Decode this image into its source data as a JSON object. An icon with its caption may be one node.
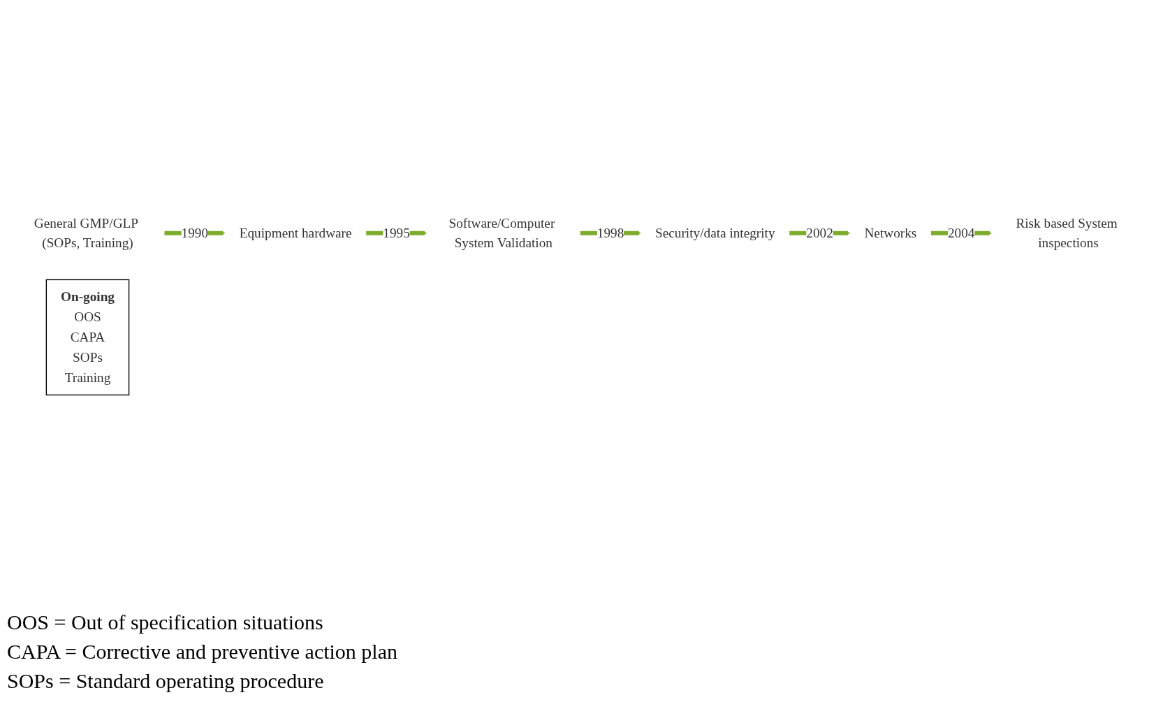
{
  "diagram": {
    "nodes": [
      {
        "text": [
          "General GMP/GLP (SOPs, Training)"
        ]
      },
      {
        "text": [
          "Equipment hardware"
        ]
      },
      {
        "text": [
          "Software/Computer System Validation"
        ]
      },
      {
        "text": [
          "Security/data integrity"
        ]
      },
      {
        "text": [
          "Networks"
        ]
      },
      {
        "text": [
          "Risk based System inspections"
        ]
      },
      {
        "text": [
          "On-going",
          "OOS",
          "CAPA",
          "SOPs",
          "Training"
        ]
      }
    ],
    "edges": [
      {
        "from": 0,
        "to": 1,
        "arrow": "to",
        "label": "1990"
      },
      {
        "from": 1,
        "to": 2,
        "arrow": "to",
        "label": "1995"
      },
      {
        "from": 2,
        "to": 3,
        "arrow": "to",
        "label": "1998"
      },
      {
        "from": 3,
        "to": 4,
        "arrow": "to",
        "label": "2002"
      },
      {
        "from": 4,
        "to": 5,
        "arrow": "to",
        "label": "2004"
      }
    ],
    "labels": [
      "OOS = Out of specification situations",
      "CAPA = Corrective and preventive action plan",
      "SOPs = Standard operating procedure"
    ]
  }
}
